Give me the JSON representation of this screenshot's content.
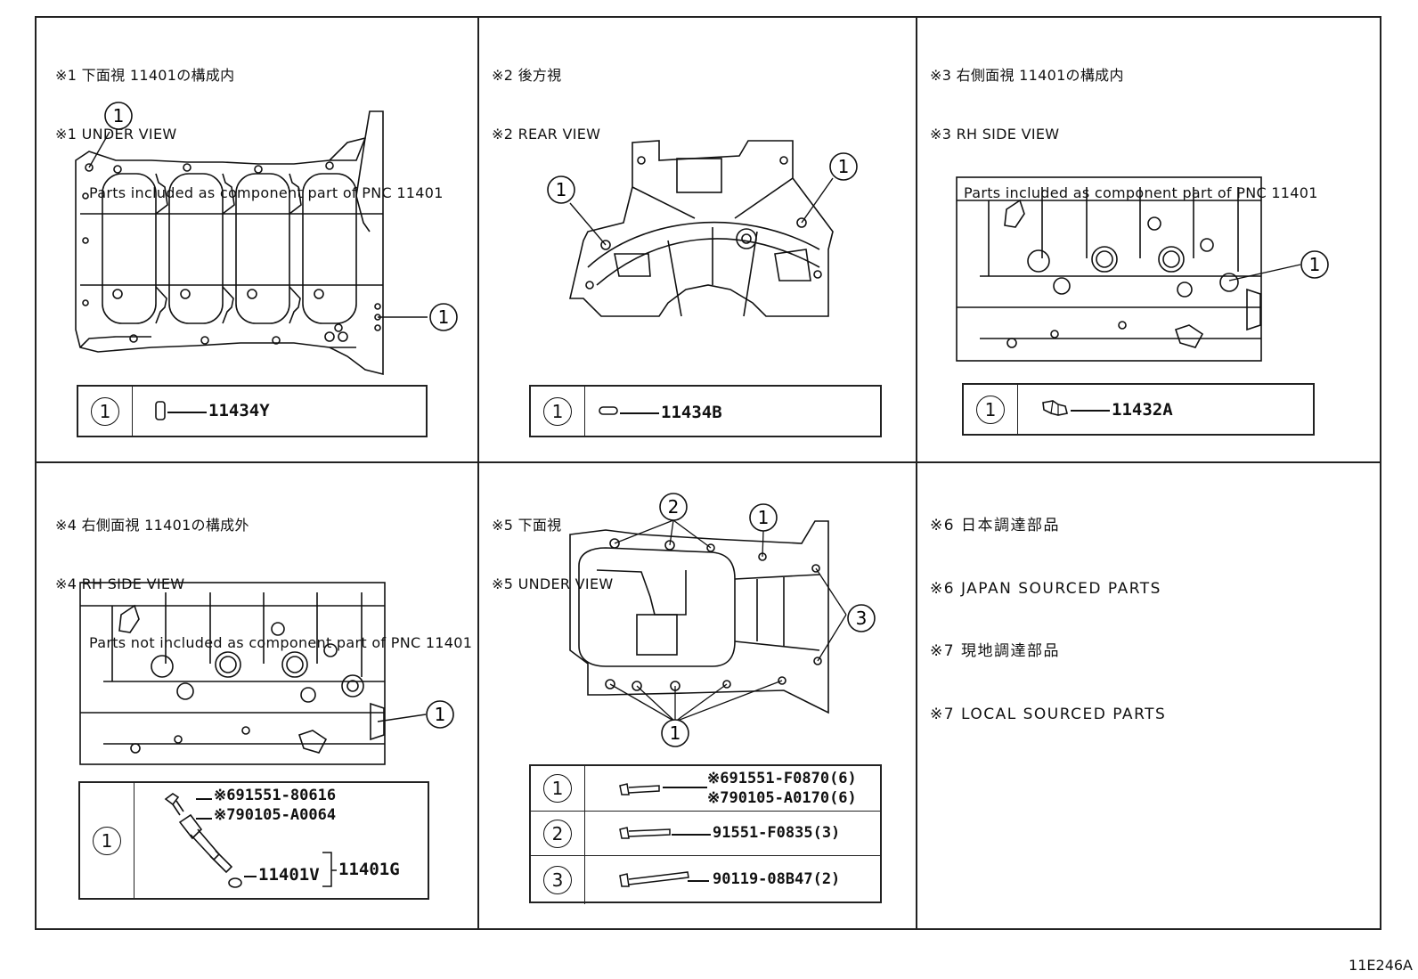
{
  "panels": [
    {
      "id": "p1",
      "title_jp": "※1 下面視 11401の構成内",
      "title_en": "※1 UNDER VIEW",
      "subtitle": "Parts included as component part of PNC 11401",
      "callouts": [
        "1",
        "1"
      ],
      "table": [
        {
          "index": "1",
          "part": "11434Y"
        }
      ]
    },
    {
      "id": "p2",
      "title_jp": "※2 後方視",
      "title_en": "※2 REAR VIEW",
      "callouts": [
        "1",
        "1"
      ],
      "table": [
        {
          "index": "1",
          "part": "11434B"
        }
      ]
    },
    {
      "id": "p3",
      "title_jp": "※3 右側面視 11401の構成内",
      "title_en": "※3 RH SIDE VIEW",
      "subtitle": "Parts included as component part of PNC 11401",
      "callouts": [
        "1"
      ],
      "table": [
        {
          "index": "1",
          "part": "11432A"
        }
      ]
    },
    {
      "id": "p4",
      "title_jp": "※4 右側面視 11401の構成外",
      "title_en": "※4 RH SIDE VIEW",
      "subtitle": "Parts not included as component part of PNC 11401",
      "callouts": [
        "1"
      ],
      "table": [
        {
          "index": "1",
          "part_a": "※691551-80616",
          "part_b": "※790105-A0064",
          "part_c": "11401V",
          "part_d": "11401G"
        }
      ]
    },
    {
      "id": "p5",
      "title_jp": "※5 下面視",
      "title_en": "※5 UNDER VIEW",
      "callouts": [
        "2",
        "1",
        "3",
        "1"
      ],
      "table": [
        {
          "index": "1",
          "part_a": "※691551-F0870(6)",
          "part_b": "※790105-A0170(6)"
        },
        {
          "index": "2",
          "part": "91551-F0835(3)"
        },
        {
          "index": "3",
          "part": "90119-08B47(2)"
        }
      ]
    }
  ],
  "notes": [
    "※6 日本調達部品",
    "※6 JAPAN SOURCED PARTS",
    "※7 現地調達部品",
    "※7 LOCAL SOURCED PARTS"
  ],
  "figure_code": "11E246A"
}
